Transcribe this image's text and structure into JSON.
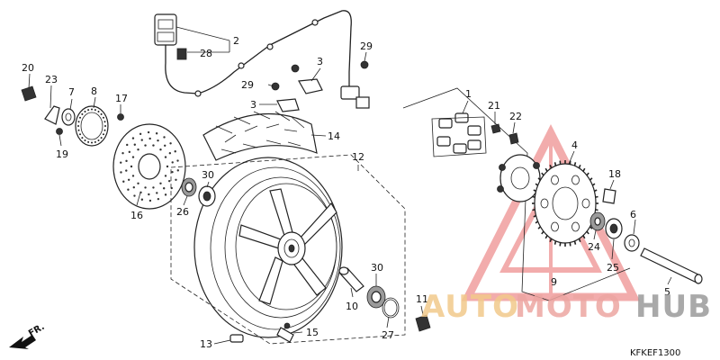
{
  "drawing_code": "KFKEF1300",
  "direction_label": "FR.",
  "watermark": {
    "part1": "AUTO",
    "part2": "MOTO",
    "part3": "HUB",
    "color_auto": "#f2c98b",
    "color_moto": "#eda6a2",
    "color_hub": "#9b9b9b",
    "triangle_color": "#e86a6a"
  },
  "callouts": {
    "c1": "1",
    "c2": "2",
    "c3a": "3",
    "c3b": "3",
    "c4": "4",
    "c5": "5",
    "c6": "6",
    "c7": "7",
    "c8": "8",
    "c9": "9",
    "c10": "10",
    "c11": "11",
    "c12": "12",
    "c13": "13",
    "c14": "14",
    "c15": "15",
    "c16": "16",
    "c17": "17",
    "c18": "18",
    "c19": "19",
    "c20": "20",
    "c21": "21",
    "c22": "22",
    "c23": "23",
    "c24": "24",
    "c25": "25",
    "c26": "26",
    "c27": "27",
    "c28": "28",
    "c29a": "29",
    "c29b": "29",
    "c30a": "30",
    "c30b": "30"
  }
}
